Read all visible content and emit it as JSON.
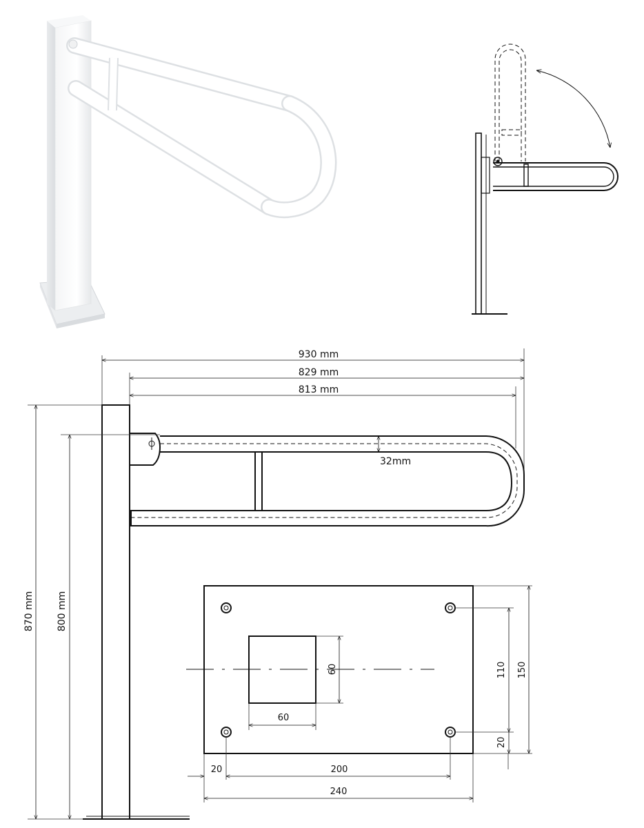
{
  "dimensions": {
    "overall_width": "930 mm",
    "rail_length_outer": "829 mm",
    "rail_length_inner": "813 mm",
    "tube_diameter": "32mm",
    "post_height": "870 mm",
    "rail_height": "800 mm",
    "plate": {
      "square_width": "60",
      "square_height": "60",
      "hole_spacing_v": "110",
      "plate_height": "150",
      "edge_offset_v": "20",
      "edge_offset_h": "20",
      "hole_spacing_h": "200",
      "plate_width": "240"
    }
  },
  "colors": {
    "render_fill": "#ffffff",
    "render_shadow": "#d9dde1",
    "line": "#111111"
  }
}
